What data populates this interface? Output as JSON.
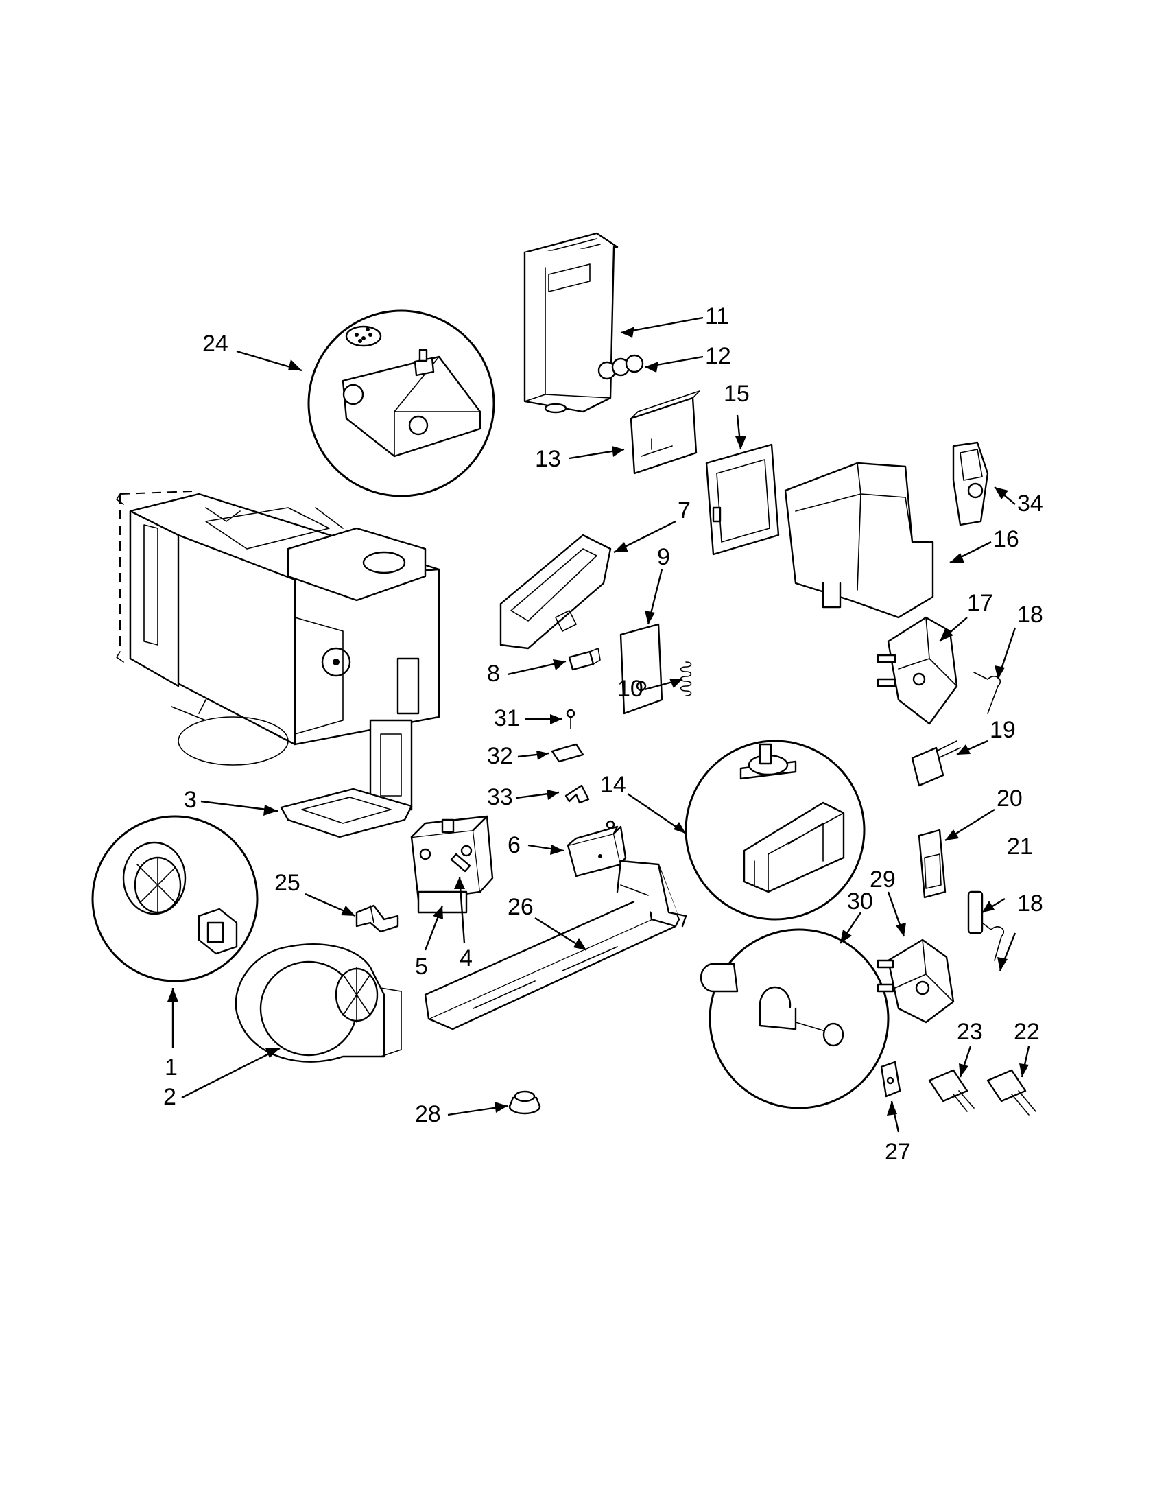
{
  "diagram": {
    "callouts": [
      {
        "id": "11",
        "label": "11"
      },
      {
        "id": "12",
        "label": "12"
      },
      {
        "id": "13",
        "label": "13"
      },
      {
        "id": "15",
        "label": "15"
      },
      {
        "id": "24",
        "label": "24"
      },
      {
        "id": "34",
        "label": "34"
      },
      {
        "id": "16",
        "label": "16"
      },
      {
        "id": "7",
        "label": "7"
      },
      {
        "id": "9",
        "label": "9"
      },
      {
        "id": "17",
        "label": "17"
      },
      {
        "id": "18a",
        "label": "18"
      },
      {
        "id": "8",
        "label": "8"
      },
      {
        "id": "10",
        "label": "10"
      },
      {
        "id": "31",
        "label": "31"
      },
      {
        "id": "19",
        "label": "19"
      },
      {
        "id": "32",
        "label": "32"
      },
      {
        "id": "3",
        "label": "3"
      },
      {
        "id": "33",
        "label": "33"
      },
      {
        "id": "14",
        "label": "14"
      },
      {
        "id": "20",
        "label": "20"
      },
      {
        "id": "6",
        "label": "6"
      },
      {
        "id": "25",
        "label": "25"
      },
      {
        "id": "21",
        "label": "21"
      },
      {
        "id": "29",
        "label": "29"
      },
      {
        "id": "26",
        "label": "26"
      },
      {
        "id": "30",
        "label": "30"
      },
      {
        "id": "18b",
        "label": "18"
      },
      {
        "id": "5",
        "label": "5"
      },
      {
        "id": "4",
        "label": "4"
      },
      {
        "id": "23",
        "label": "23"
      },
      {
        "id": "22",
        "label": "22"
      },
      {
        "id": "1",
        "label": "1"
      },
      {
        "id": "2",
        "label": "2"
      },
      {
        "id": "28",
        "label": "28"
      },
      {
        "id": "27",
        "label": "27"
      }
    ]
  }
}
